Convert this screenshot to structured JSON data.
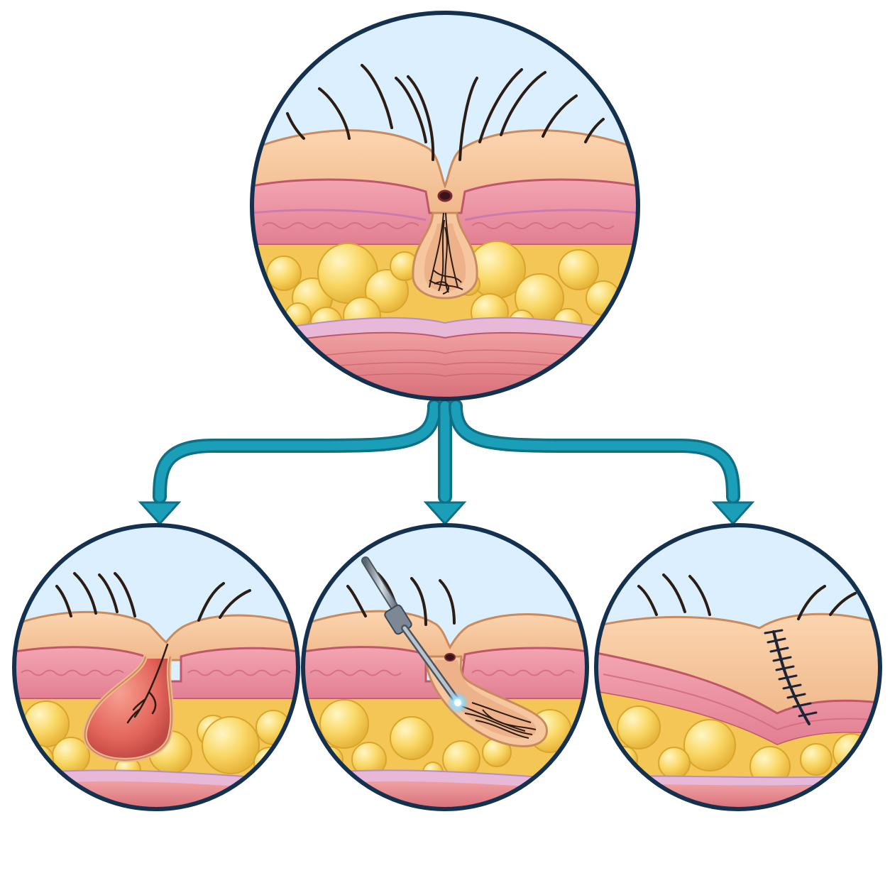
{
  "colors": {
    "sky": "#dcefff",
    "ring": "#14314f",
    "arrow": "#1b9fb8",
    "arrow_edge": "#0f6f86",
    "skin": "#f6c79e",
    "skin_edge": "#c98a5e",
    "dermis": "#ec9aa6",
    "dermis_edge": "#c0566a",
    "fat": "#f9d866",
    "fat_edge": "#d9a52c",
    "muscle": "#e68b8f",
    "membrane": "#c9a6d8",
    "hair": "#2b1c14",
    "cyst": "#e66a5e",
    "probe": "#8a96a3",
    "probe_tip": "#6fc8ff",
    "suture": "#1c2436"
  },
  "panels": [
    {
      "key": "sinus",
      "icons": [
        "hair-follicle-icon",
        "sinus-pit-icon",
        "fat-cells-icon"
      ]
    },
    {
      "key": "abscess",
      "icons": [
        "hair-icon",
        "abscess-cyst-icon",
        "fat-cells-icon"
      ]
    },
    {
      "key": "laser-probe",
      "icons": [
        "laser-probe-icon",
        "hair-tract-icon",
        "fat-cells-icon"
      ]
    },
    {
      "key": "sutured-closure",
      "icons": [
        "suture-line-icon",
        "flattened-cleft-icon",
        "fat-cells-icon"
      ]
    }
  ],
  "arrows": [
    "arrow-to-abscess",
    "arrow-to-laser",
    "arrow-to-closure"
  ]
}
